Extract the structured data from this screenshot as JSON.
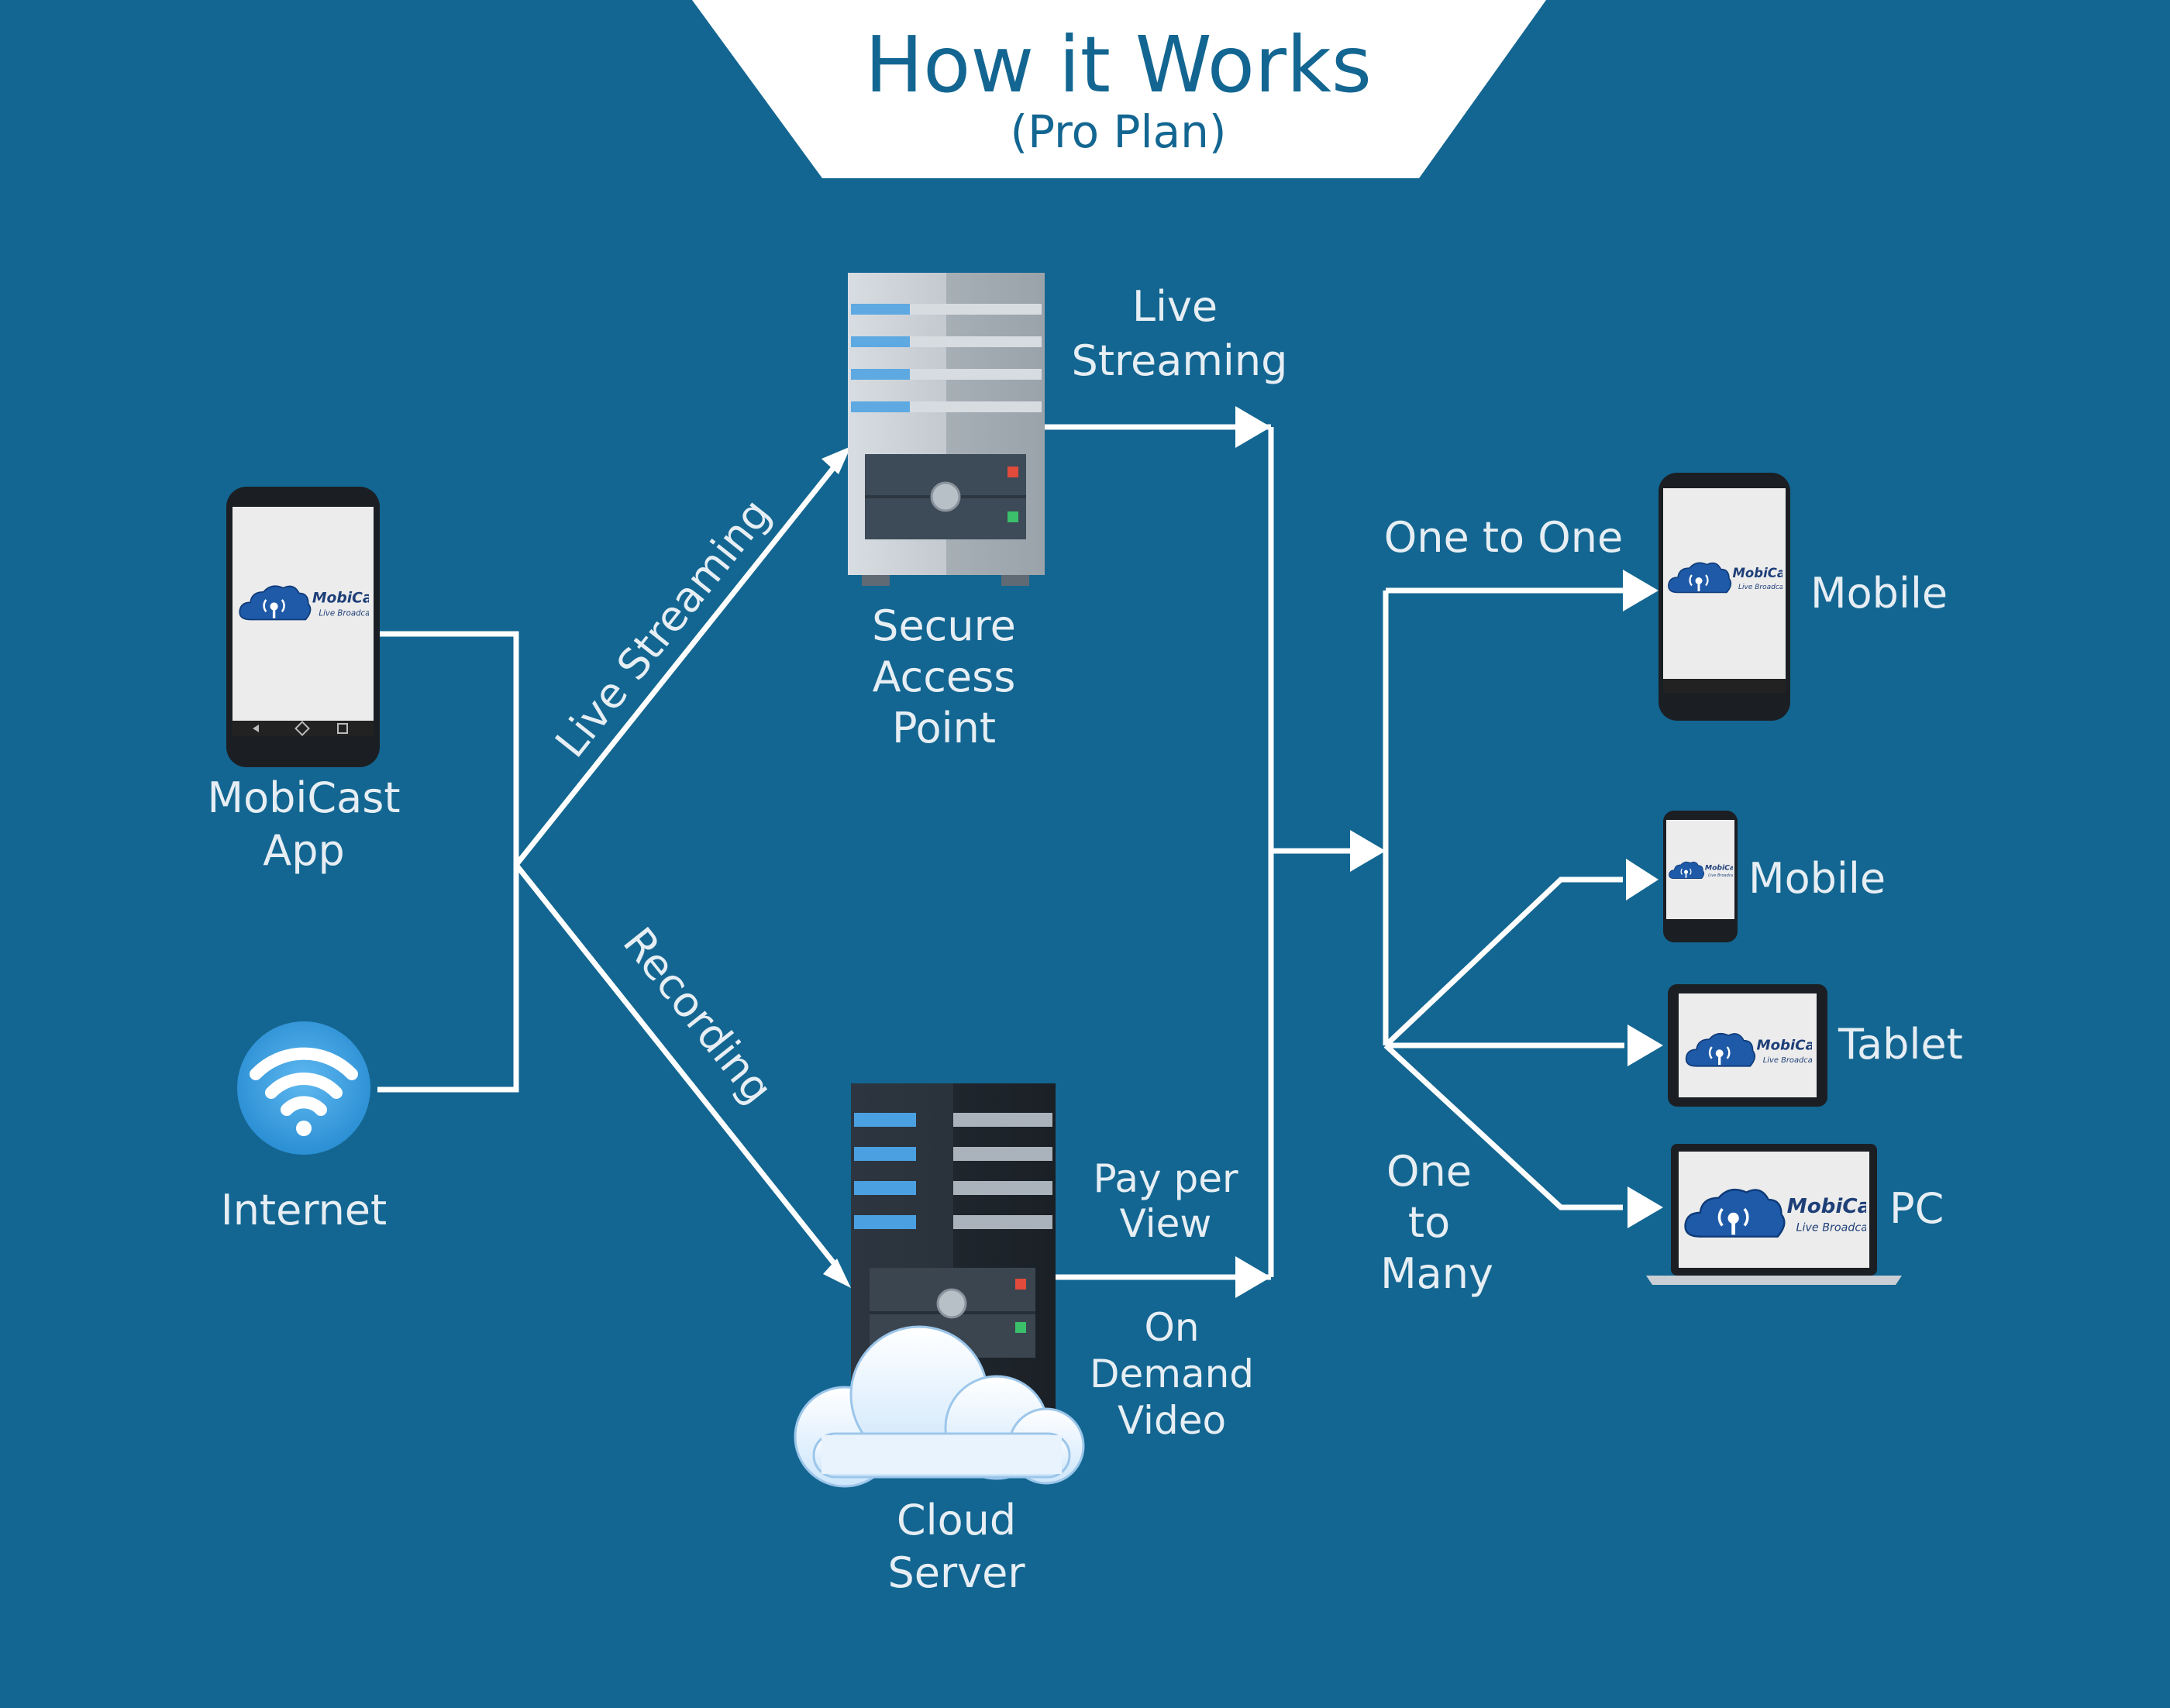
{
  "header": {
    "title": "How it Works",
    "subtitle": "(Pro Plan)"
  },
  "sources": {
    "app": {
      "line1": "MobiCast",
      "line2": "App",
      "icon": "smartphone-icon"
    },
    "internet": {
      "label": "Internet",
      "icon": "wifi-icon"
    }
  },
  "branches": {
    "upper": "Live Streaming",
    "lower": "Recording"
  },
  "secure_access_point": {
    "line1": "Secure",
    "line2": "Access",
    "line3": "Point",
    "icon": "server-icon"
  },
  "cloud_server": {
    "line1": "Cloud",
    "line2": "Server",
    "icon": "cloud-server-icon"
  },
  "output_labels": {
    "live": {
      "line1": "Live",
      "line2": "Streaming"
    },
    "ppv": {
      "line1": "Pay per",
      "line2": "View"
    },
    "vod": {
      "line1": "On",
      "line2": "Demand",
      "line3": "Video"
    }
  },
  "distribution": {
    "one_to_one": "One to One",
    "one_to_many": {
      "line1": "One",
      "line2": "to",
      "line3": "Many"
    }
  },
  "devices": {
    "mobile_large": {
      "label": "Mobile",
      "icon": "smartphone-icon"
    },
    "mobile_small": {
      "label": "Mobile",
      "icon": "smartphone-icon"
    },
    "tablet": {
      "label": "Tablet",
      "icon": "tablet-icon"
    },
    "pc": {
      "label": "PC",
      "icon": "laptop-icon"
    }
  },
  "brand": {
    "logo_text": "MobiCast",
    "logo_sub": "Live Broadcasting"
  },
  "colors": {
    "background": "#136691",
    "title": "#136691",
    "accent_blue": "#2f86c8",
    "panel_white": "#ffffff"
  }
}
